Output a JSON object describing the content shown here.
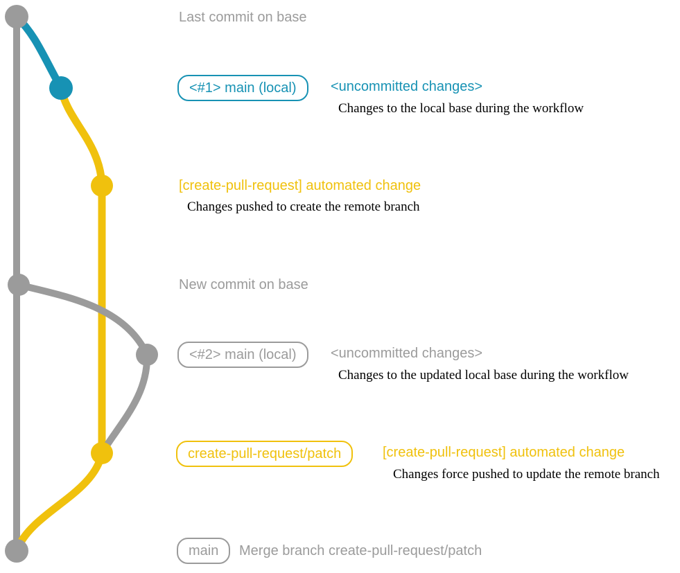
{
  "colors": {
    "gray": "#9b9b9b",
    "teal": "#1792b4",
    "yellow": "#f0c10d",
    "desc": "#000000"
  },
  "graph": {
    "branches": [
      {
        "id": "base",
        "color": "gray"
      },
      {
        "id": "main-local",
        "color": "teal"
      },
      {
        "id": "create-pull-request-patch",
        "color": "yellow"
      }
    ],
    "commit_dots": [
      {
        "id": "last-commit-on-base",
        "color": "gray"
      },
      {
        "id": "main-local-1",
        "color": "teal"
      },
      {
        "id": "automated-change-1",
        "color": "yellow"
      },
      {
        "id": "new-commit-on-base",
        "color": "gray"
      },
      {
        "id": "main-local-2",
        "color": "gray"
      },
      {
        "id": "automated-change-2",
        "color": "yellow"
      },
      {
        "id": "merge-commit",
        "color": "gray"
      }
    ]
  },
  "rows": {
    "last_commit": {
      "label": "Last commit on base"
    },
    "commit1": {
      "box": "<#1> main (local)",
      "message": "<uncommitted changes>",
      "description": "Changes to the local base during the workflow"
    },
    "commit2": {
      "message": "[create-pull-request] automated change",
      "description": "Changes pushed to create the remote branch"
    },
    "new_commit": {
      "label": "New commit on base"
    },
    "commit3": {
      "box": "<#2> main (local)",
      "message": "<uncommitted changes>",
      "description": "Changes to the updated local base during the workflow"
    },
    "commit4": {
      "box": "create-pull-request/patch",
      "message": "[create-pull-request] automated change",
      "description": "Changes force pushed to update the remote branch"
    },
    "merge": {
      "box": "main",
      "label": "Merge branch create-pull-request/patch"
    }
  }
}
